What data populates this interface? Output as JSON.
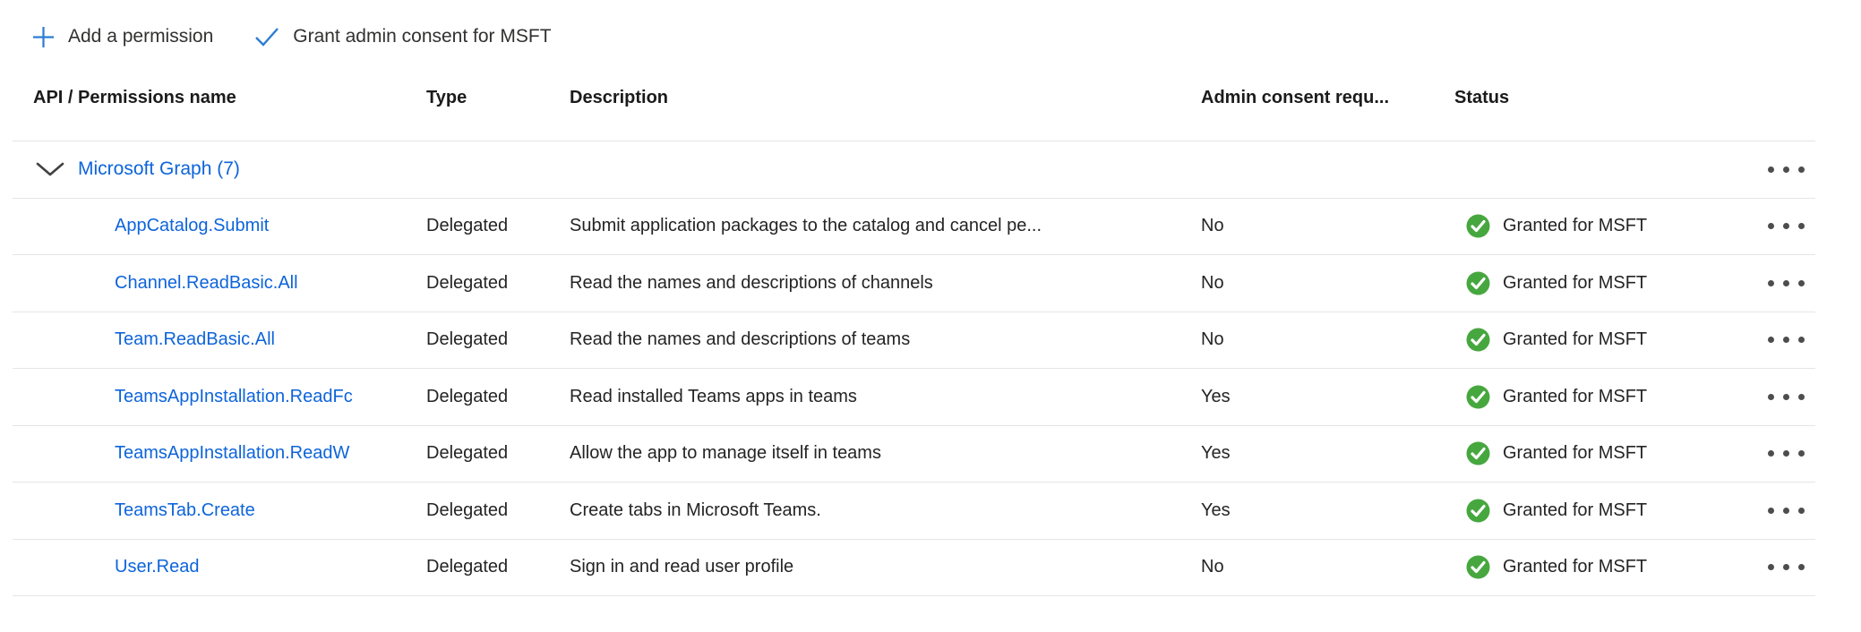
{
  "toolbar": {
    "add_permission_label": "Add a permission",
    "grant_admin_consent_label": "Grant admin consent for MSFT"
  },
  "table": {
    "headers": {
      "name": "API / Permissions name",
      "type": "Type",
      "description": "Description",
      "admin_consent": "Admin consent requ...",
      "status": "Status"
    },
    "group": {
      "label": "Microsoft Graph (7)"
    },
    "rows": [
      {
        "name": "AppCatalog.Submit",
        "type": "Delegated",
        "description": "Submit application packages to the catalog and cancel pe...",
        "admin_consent_required": "No",
        "status": "Granted for MSFT"
      },
      {
        "name": "Channel.ReadBasic.All",
        "type": "Delegated",
        "description": "Read the names and descriptions of channels",
        "admin_consent_required": "No",
        "status": "Granted for MSFT"
      },
      {
        "name": "Team.ReadBasic.All",
        "type": "Delegated",
        "description": "Read the names and descriptions of teams",
        "admin_consent_required": "No",
        "status": "Granted for MSFT"
      },
      {
        "name": "TeamsAppInstallation.ReadFc",
        "type": "Delegated",
        "description": "Read installed Teams apps in teams",
        "admin_consent_required": "Yes",
        "status": "Granted for MSFT"
      },
      {
        "name": "TeamsAppInstallation.ReadW",
        "type": "Delegated",
        "description": "Allow the app to manage itself in teams",
        "admin_consent_required": "Yes",
        "status": "Granted for MSFT"
      },
      {
        "name": "TeamsTab.Create",
        "type": "Delegated",
        "description": "Create tabs in Microsoft Teams.",
        "admin_consent_required": "Yes",
        "status": "Granted for MSFT"
      },
      {
        "name": "User.Read",
        "type": "Delegated",
        "description": "Sign in and read user profile",
        "admin_consent_required": "No",
        "status": "Granted for MSFT"
      }
    ]
  },
  "colors": {
    "link_blue": "#0d64da",
    "toolbar_icon_blue": "#2b7cd3",
    "status_green": "#47a73f",
    "status_check_white": "#ffffff",
    "chevron_gray": "#404040",
    "divider_gray": "#e5e5e5"
  }
}
